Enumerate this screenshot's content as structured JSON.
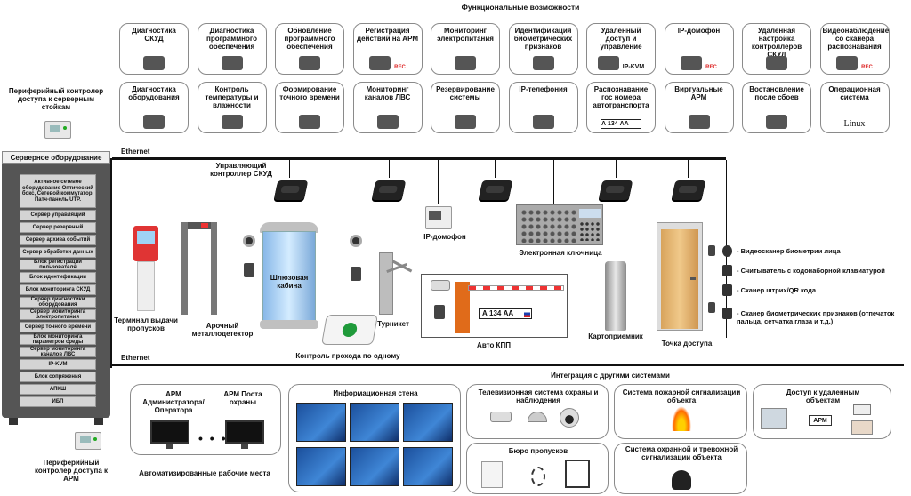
{
  "header": {
    "title": "Функциональные возможности"
  },
  "features_top": [
    "Диагностика СКУД",
    "Диагностика программного обеспечения",
    "Обновление программного обеспечения",
    "Регистрация действий на АРМ",
    "Мониторинг электропитания",
    "Идентификация биометрических признаков",
    "Удаленный доступ и управление",
    "IP-домофон",
    "Удаленная настройка контроллеров СКУД",
    "Видеонаблюдение со сканера распознавания"
  ],
  "features_top_sub": {
    "ipkvm": "IP-KVM",
    "rec": "REC"
  },
  "features_bottom": [
    "Диагностика оборудования",
    "Контроль температуры и влажности",
    "Формирование точного времени",
    "Мониторинг каналов ЛВС",
    "Резервирование системы",
    "IP-телефония",
    "Распознавание гос номера автотранспорта",
    "Виртуальные АРМ",
    "Востановление после сбоев",
    "Операционная система"
  ],
  "features_bottom_sub": {
    "plate": "А 134 АА",
    "linux": "Linux"
  },
  "peripheral_top": "Периферийный контролер доступа к серверным стойкам",
  "rack": {
    "title": "Серверное оборудование",
    "items": [
      "Активное сетевое оборудование Оптический бокс, Сетевой коммутатор, Патч-панель UTP.",
      "Сервер управлящий",
      "Сервер резервный",
      "Сервер архива событий",
      "Сервер обработки данных",
      "Блок регистрации пользователя",
      "Блок идентификации",
      "Блок мониторинга СКУД",
      "Сервер диагностики оборудования",
      "Сервер мониторинга электропитания",
      "Сервер точного времени",
      "Блок мониторинга параметров среды",
      "Сервер мониторинга каналов ЛВС",
      "IP-KVM",
      "Блок сопряжения",
      "АПКШ",
      "ИБП"
    ]
  },
  "network": {
    "ethernet_top": "Ethernet",
    "ethernet_bottom": "Ethernet"
  },
  "middle": {
    "controller": "Управляющий контроллер СКУД",
    "terminal": "Терминал выдачи пропусков",
    "metal_detector": "Арочный металлодетектор",
    "airlock": "Шлюзовая кабина",
    "single_pass": "Контроль прохода по одному",
    "turnstile": "Турникет",
    "intercom": "IP-домофон",
    "key_box": "Электронная ключница",
    "checkpoint": "Авто КПП",
    "plate": "А 134 АА",
    "card_receiver": "Картоприемник",
    "access_point": "Точка доступа"
  },
  "legend": [
    "- Видеосканер биометрии лица",
    "- Считыватель с кодонаборной клавиатурой",
    "- Сканер штрих/QR кода",
    "- Сканер биометрических признаков (отпечаток пальца, сетчатка глаза и т.д.)"
  ],
  "bottom": {
    "integration_title": "Интеграция с другими системами",
    "arm_admin": "АРМ Администратора/ Оператора",
    "arm_guard": "АРМ Поста охраны",
    "workstations": "Автоматизированные рабочие места",
    "video_wall": "Информационная стена",
    "cctv": "Телевизионная система охраны и наблюдения",
    "badge_office": "Бюро пропусков",
    "fire_alarm": "Система пожарной сигнализации объекта",
    "security_alarm": "Система охранной и тревожной сигнализации объекта",
    "remote_access": "Доступ к удаленным объектам",
    "arm_small": "АРМ",
    "peripheral_arm": "Периферийный контролер доступа к АРМ"
  }
}
